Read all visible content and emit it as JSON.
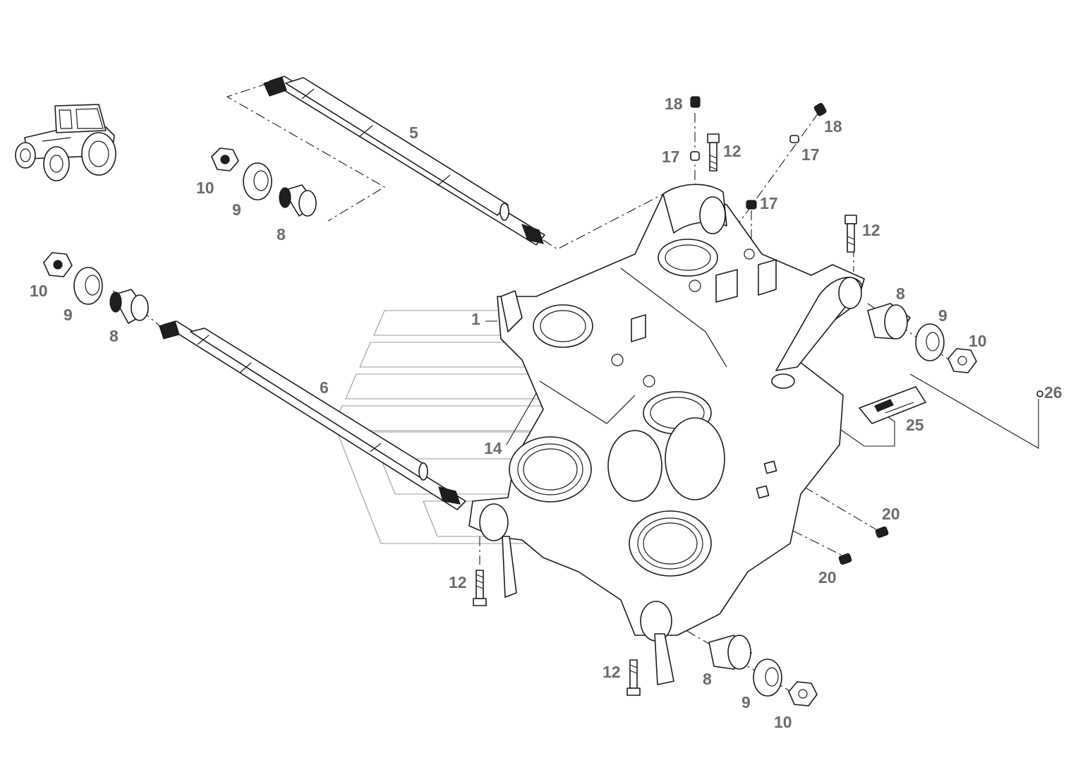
{
  "diagram": {
    "callouts": [
      "1",
      "5",
      "6",
      "8",
      "9",
      "10",
      "12",
      "14",
      "17",
      "18",
      "20",
      "25",
      "26"
    ]
  },
  "icons": {
    "vehicle": "tractor-icon"
  }
}
